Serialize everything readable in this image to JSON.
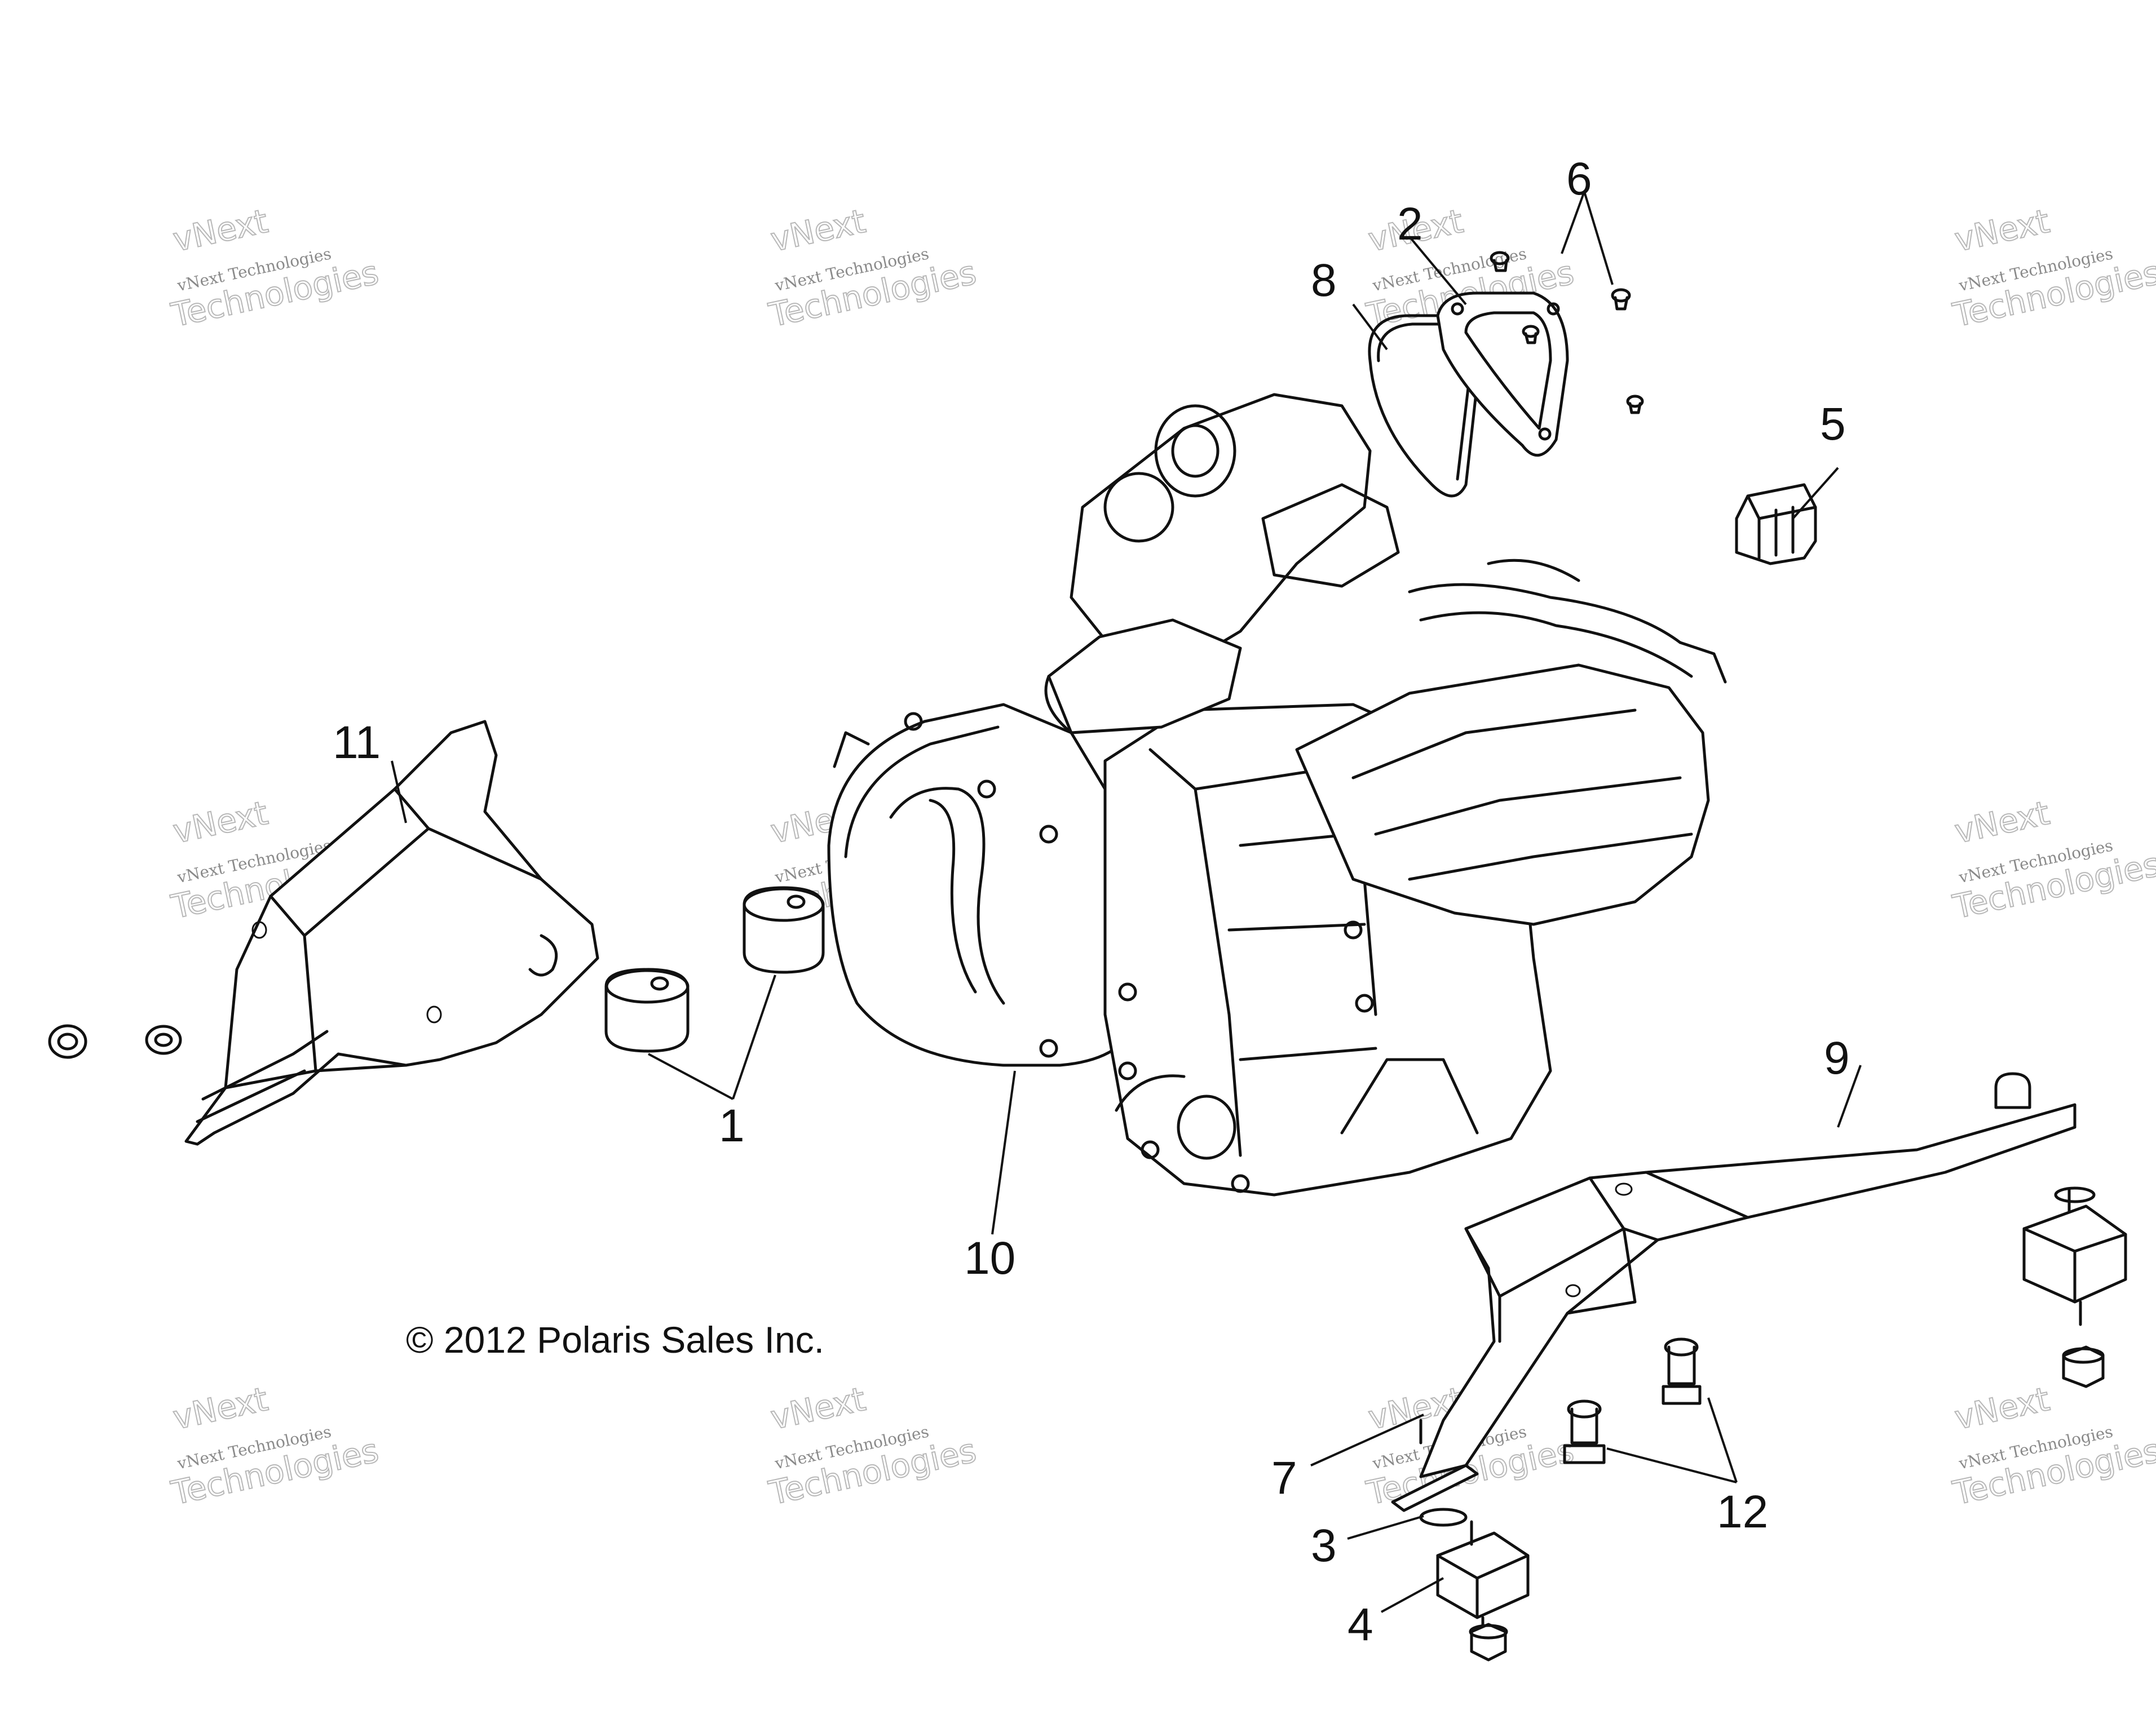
{
  "copyright": "© 2012 Polaris Sales Inc.",
  "watermark": {
    "line1": "vNext",
    "line2": "vNext Technologies",
    "line3": "Technologies"
  },
  "callouts": [
    "1",
    "2",
    "3",
    "4",
    "5",
    "6",
    "7",
    "8",
    "9",
    "10",
    "11",
    "12"
  ],
  "colors": {
    "line": "#111111",
    "watermark": "#8a8a8a",
    "background": "#ffffff"
  }
}
